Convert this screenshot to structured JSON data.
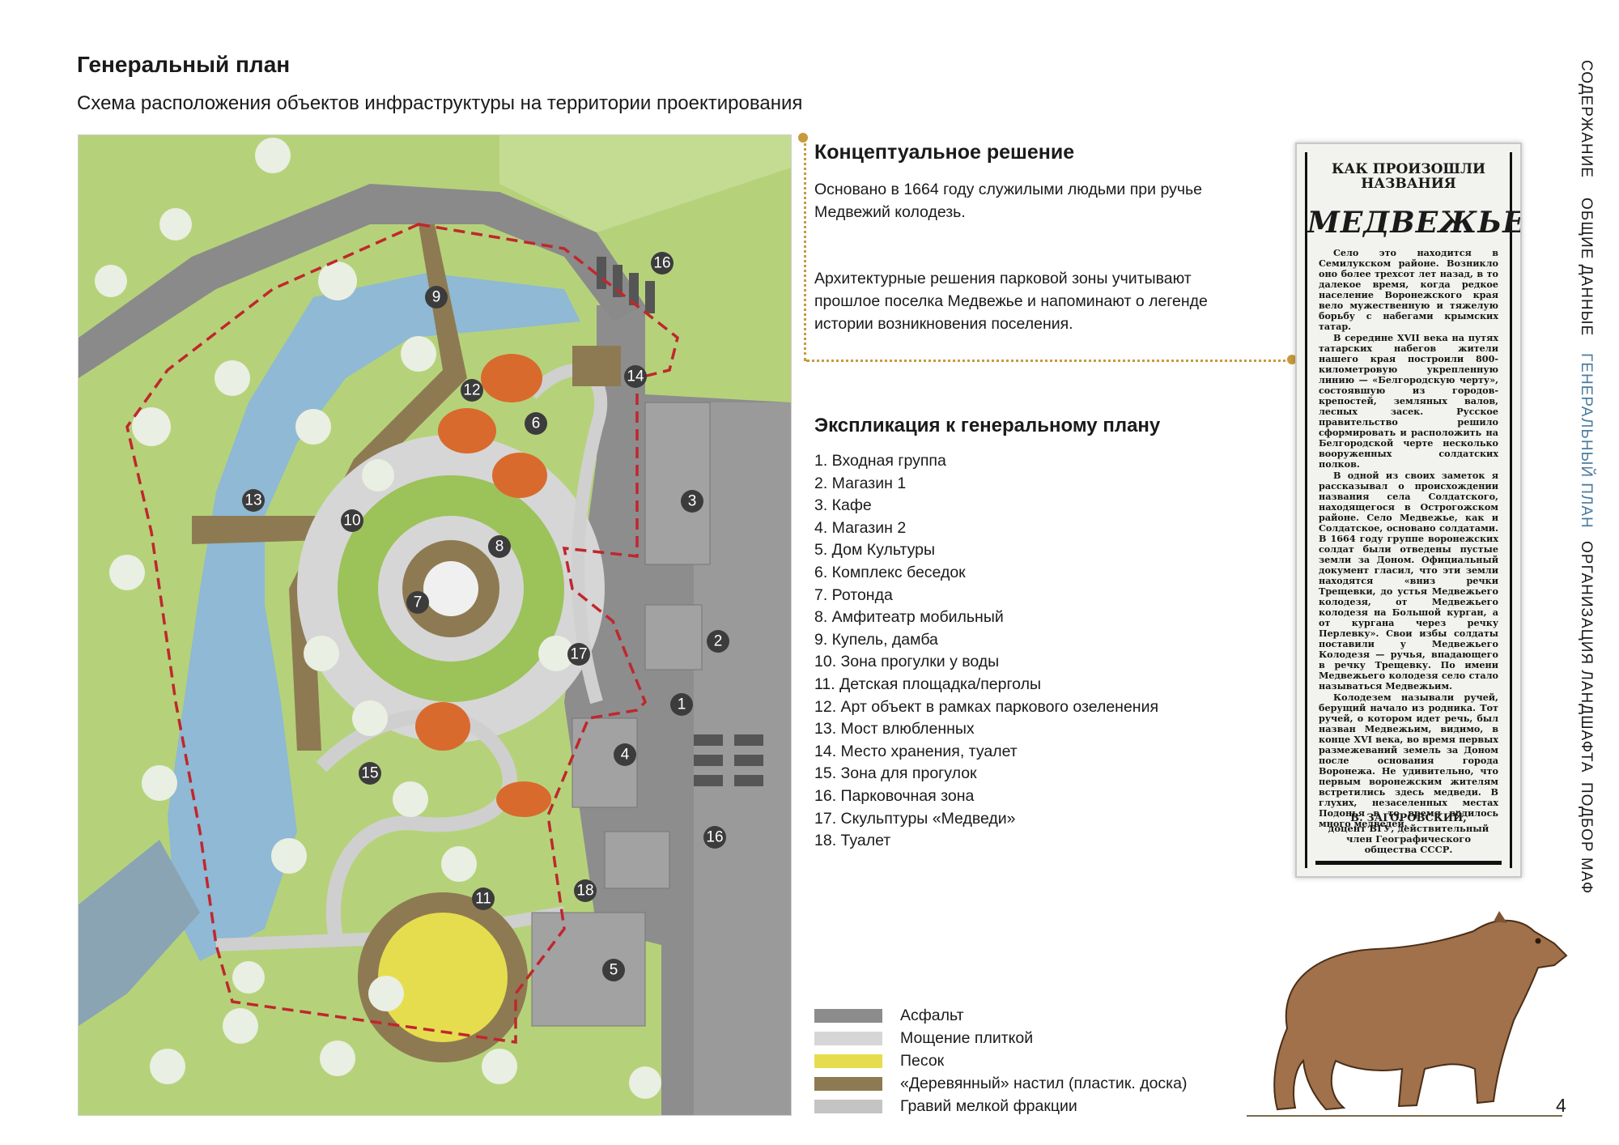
{
  "header": {
    "title": "Генеральный план",
    "subtitle": "Схема расположения объектов инфраструктуры на территории проектирования"
  },
  "concept": {
    "title": "Концептуальное решение",
    "p1": "Основано в 1664 году служилыми людьми при ручье Медвежий колодезь.",
    "p2": "Архитектурные решения парковой зоны учитывают прошлое поселка Медвежье и напоминают о легенде истории возникновения поселения."
  },
  "explication": {
    "title": "Экспликация к генеральному плану",
    "items": [
      "1. Входная группа",
      "2. Магазин 1",
      "3. Кафе",
      "4. Магазин 2",
      "5. Дом Культуры",
      "6. Комплекс беседок",
      "7. Ротонда",
      "8. Амфитеатр мобильный",
      "9. Купель, дамба",
      "10. Зона прогулки у воды",
      "11. Детская площадка/перголы",
      "12. Арт объект в рамках паркового озеленения",
      "13. Мост влюбленных",
      "14. Место хранения, туалет",
      "15. Зона для прогулок",
      "16. Парковочная зона",
      "17. Скульптуры «Медведи»",
      "18. Туалет"
    ]
  },
  "legend": [
    {
      "label": "Асфальт",
      "color": "#8c8c8c"
    },
    {
      "label": "Мощение плиткой",
      "color": "#d6d6d6"
    },
    {
      "label": "Песок",
      "color": "#e6dd4e"
    },
    {
      "label": "«Деревянный» настил (пластик. доска)",
      "color": "#8e7a52"
    },
    {
      "label": "Гравий мелкой фракции",
      "color": "#c4c4c4"
    }
  ],
  "map_labels": [
    "1",
    "2",
    "3",
    "4",
    "5",
    "6",
    "7",
    "8",
    "9",
    "10",
    "11",
    "12",
    "13",
    "14",
    "15",
    "16",
    "16",
    "17",
    "18"
  ],
  "newspaper": {
    "head_line1": "КАК ПРОИЗОШЛИ",
    "head_line2": "НАЗВАНИЯ",
    "title": "МЕДВЕЖЬЕ",
    "paragraphs": [
      "Село это находится в Семилукском районе. Возникло оно более трехсот лет назад, в то далекое время, когда редкое население Воронежского края вело мужественную и тяжелую борьбу с набегами крымских татар.",
      "В середине XVII века на путях татарских набегов жители нашего края построили 800-километровую укрепленную линию — «Белгородскую черту», состоявшую из городов-крепостей, земляных валов, лесных засек. Русское правительство решило сформировать и расположить на Белгородской черте несколько вооруженных солдатских полков.",
      "В одной из своих заметок я рассказывал о происхождении названия села Солдатского, находящегося в Острогожском районе. Село Медвежье, как и Солдатское, основано солдатами. В 1664 году группе воронежских солдат были отведены пустые земли за Доном. Официальный документ гласил, что эти земли находятся «вниз речки Трещевки, до устья Медвежьего колодезя, от Медвежьего колодезя на Большой курган, а от кургана через речку Перлевку». Свои избы солдаты поставили у Медвежьего Колодезя — ручья, впадающего в речку Трещевку. По имени Медвежьего колодезя село стало называться Медвежьим.",
      "Колодезем называли ручей, берущий начало из родника. Тот ручей, о котором идет речь, был назван Медвежьим, видимо, в конце XVI века, во время первых размежеваний земель за Доном после основания города Воронежа. Не удивительно, что первым воронежским жителям встретились здесь медведи. В глухих, незаселенных местах Подонья в то время водилось много медведей."
    ],
    "sign_name": "В. ЗАГОРОВСКИЙ,",
    "sign_line1": "доцент ВГУ, действительный",
    "sign_line2": "член Географического",
    "sign_line3": "общества СССР."
  },
  "side_nav": [
    {
      "label": "СОДЕРЖАНИЕ",
      "active": false
    },
    {
      "label": "ОБЩИЕ ДАННЫЕ",
      "active": false
    },
    {
      "label": "ГЕНЕРАЛЬНЫЙ ПЛАН",
      "active": true
    },
    {
      "label": "ОРГАНИЗАЦИЯ ЛАНДШАФТА",
      "active": false
    },
    {
      "label": "ПОДБОР МАФ",
      "active": false
    }
  ],
  "page_number": "4",
  "colors": {
    "grass": "#9cc25a",
    "water": "#8fb9d4",
    "asphalt": "#8c8c8c",
    "boundary": "#c0272d",
    "accent": "#c79a3c",
    "nav_active": "#4a7b9d"
  }
}
